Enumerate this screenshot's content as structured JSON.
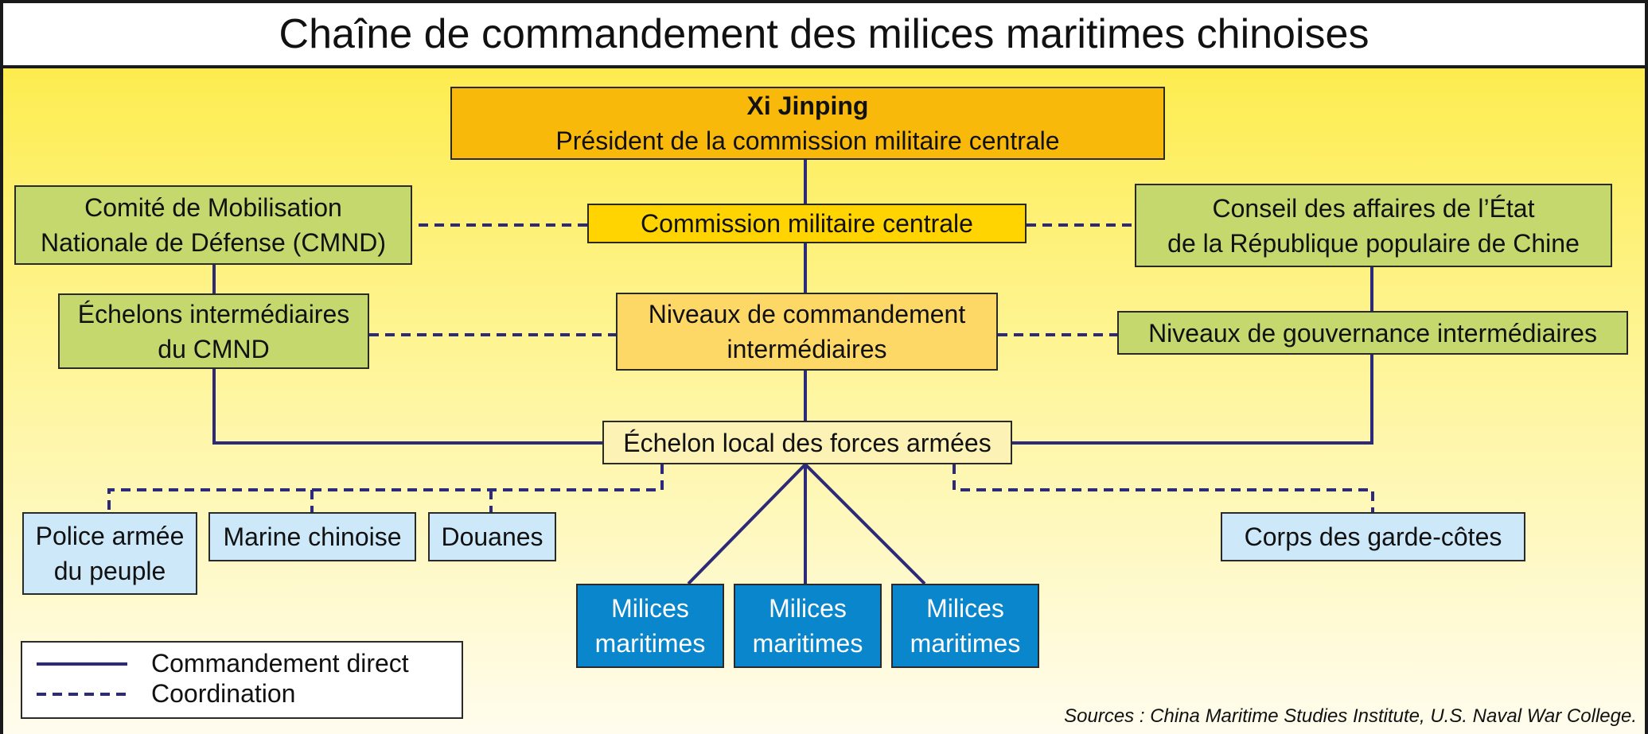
{
  "title": "Chaîne de commandement des milices maritimes chinoises",
  "nodes": {
    "xi": {
      "name": "Xi Jinping",
      "role": "Président de la commission militaire centrale"
    },
    "cmc": "Commission militaire centrale",
    "cmnd": [
      "Comité de Mobilisation",
      "Nationale de Défense (CMND)"
    ],
    "state_council": [
      "Conseil des affaires de l’État",
      "de la République populaire de Chine"
    ],
    "cmnd_intermediate": [
      "Échelons intermédiaires",
      "du CMND"
    ],
    "command_levels": [
      "Niveaux de commandement",
      "intermédiaires"
    ],
    "governance_levels": "Niveaux de gouvernance intermédiaires",
    "local_echelon": "Échelon local des forces armées",
    "police": [
      "Police armée",
      "du peuple"
    ],
    "navy": "Marine chinoise",
    "customs": "Douanes",
    "coast_guard": "Corps des garde-côtes",
    "militia_1": [
      "Milices",
      "maritimes"
    ],
    "militia_2": [
      "Milices",
      "maritimes"
    ],
    "militia_3": [
      "Milices",
      "maritimes"
    ]
  },
  "legend": {
    "direct": "Commandement direct",
    "coordination": "Coordination"
  },
  "source": "Sources : China Maritime Studies Institute, U.S. Naval War College.",
  "colors": {
    "line": "#2e2a7a",
    "orange": "#f9b90a",
    "gold": "#ffd400",
    "green": "#c4d86e",
    "light_blue": "#cde9f9",
    "blue": "#0a86cc"
  }
}
